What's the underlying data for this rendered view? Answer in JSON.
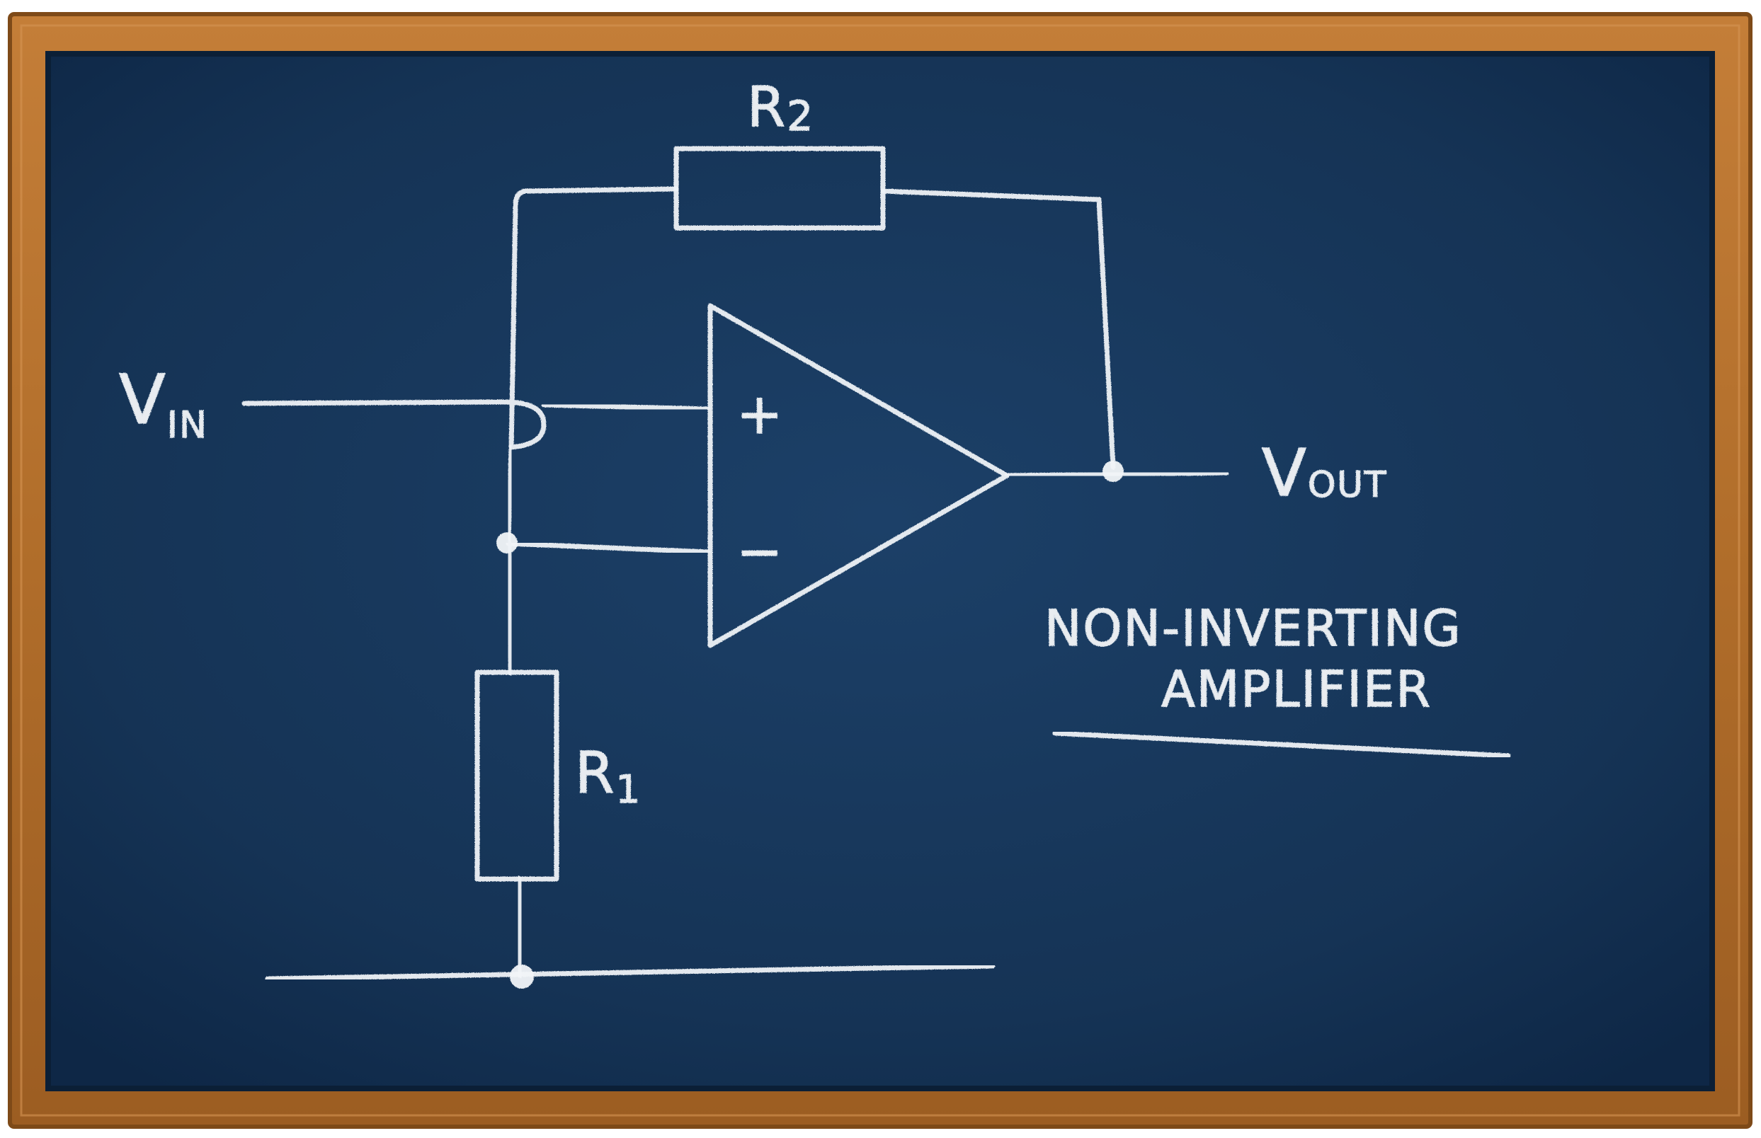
{
  "board": {
    "frame_color": "#b8732e",
    "frame_dark": "#8c531c",
    "board_color": "#17375a",
    "board_edge": "#0e2540",
    "chalk_color": "#f2f5f8"
  },
  "labels": {
    "r2": "R2",
    "r1": "R1",
    "vin": "VIN",
    "vout": "VOUT",
    "plus": "+",
    "minus": "−",
    "title_line1": "NON-INVERTING",
    "title_line2": "AMPLIFIER"
  }
}
